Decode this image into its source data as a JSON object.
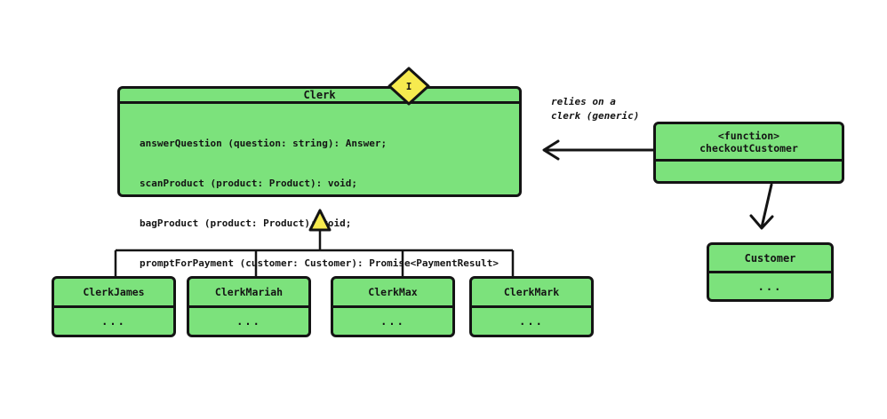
{
  "colors": {
    "node_fill": "#7ce27c",
    "marker_fill": "#f6ea4f",
    "stroke": "#141414"
  },
  "interface": {
    "badge": "I",
    "title": "Clerk",
    "methods": [
      "answerQuestion (question: string): Answer;",
      "scanProduct (product: Product): void;",
      "bagProduct (product: Product): void;",
      "promptForPayment (customer: Customer): Promise<PaymentResult>"
    ]
  },
  "subclasses": [
    {
      "title": "ClerkJames",
      "body": "..."
    },
    {
      "title": "ClerkMariah",
      "body": "..."
    },
    {
      "title": "ClerkMax",
      "body": "..."
    },
    {
      "title": "ClerkMark",
      "body": "..."
    }
  ],
  "function_box": {
    "stereotype": "<function>",
    "title": "checkoutCustomer"
  },
  "customer": {
    "title": "Customer",
    "body": "..."
  },
  "dependency_label": {
    "line1": "relies on a",
    "line2": "clerk (generic)"
  }
}
